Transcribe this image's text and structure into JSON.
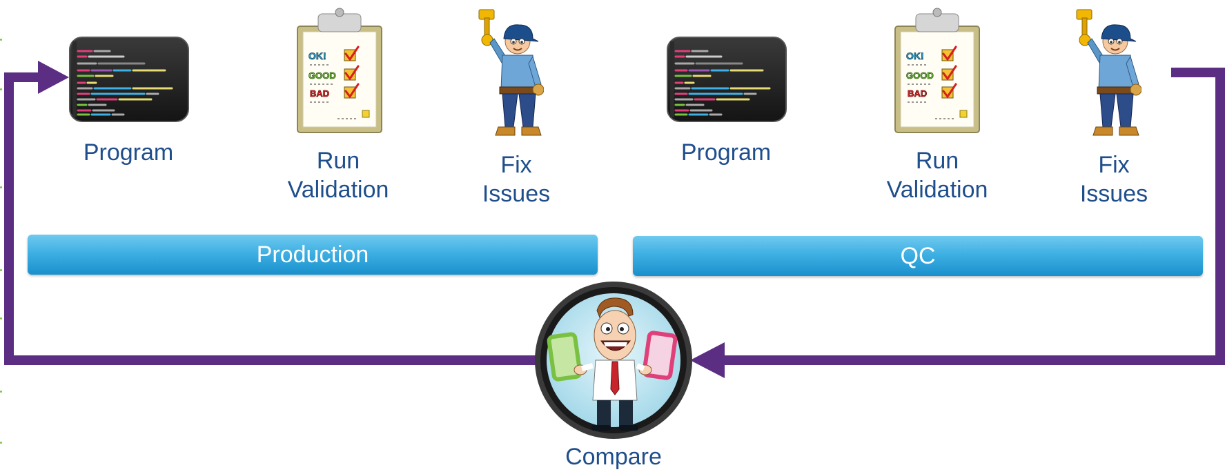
{
  "colors": {
    "arrow": "#5b2d83",
    "label": "#1f4e8c",
    "bar_top": "#6fcaef",
    "bar_bottom": "#1990cc",
    "bar_text": "#ffffff"
  },
  "phases": {
    "production": "Production",
    "qc": "QC"
  },
  "production_steps": {
    "program": "Program",
    "run_validation_line1": "Run",
    "run_validation_line2": "Validation",
    "fix_issues_line1": "Fix",
    "fix_issues_line2": "Issues"
  },
  "qc_steps": {
    "program": "Program",
    "run_validation_line1": "Run",
    "run_validation_line2": "Validation",
    "fix_issues_line1": "Fix",
    "fix_issues_line2": "Issues"
  },
  "compare": {
    "label": "Compare"
  },
  "icons": {
    "code_screen": "code-editor-icon",
    "checklist": "clipboard-checklist-icon",
    "repairman": "handyman-hammer-icon",
    "compare_man": "man-holding-tablets-icon"
  },
  "checklist_words": [
    "OK!",
    "GOOD",
    "BAD"
  ]
}
